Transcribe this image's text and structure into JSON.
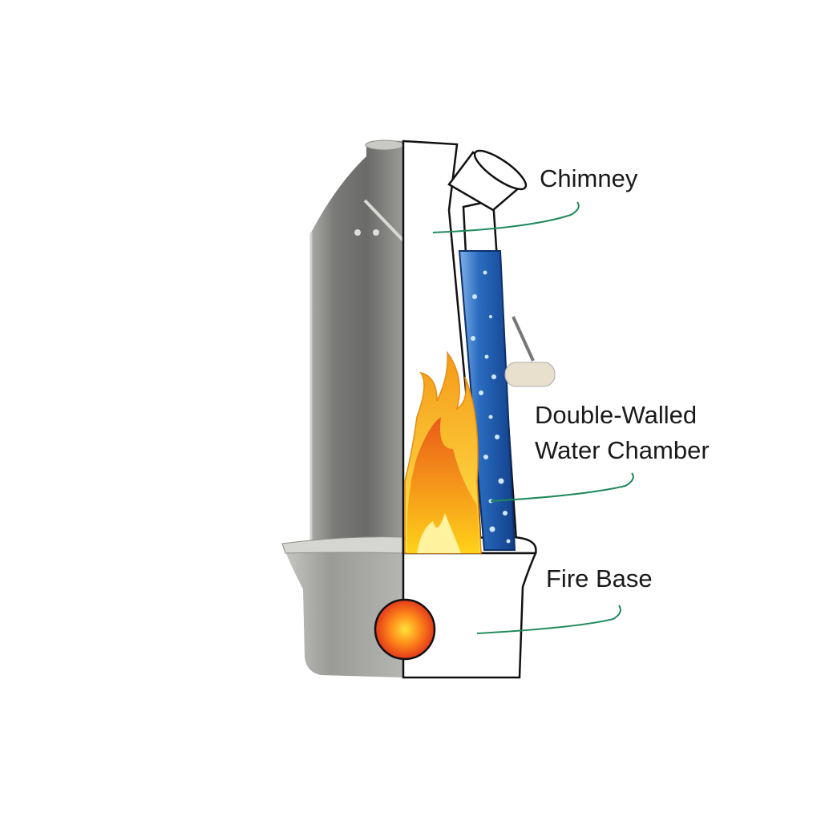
{
  "labels": {
    "chimney": "Chimney",
    "water_chamber_line1": "Double-Walled",
    "water_chamber_line2": "Water Chamber",
    "fire_base": "Fire Base"
  },
  "colors": {
    "leader_line": "#1f8a5c",
    "steel_dark": "#6d6d6b",
    "steel_light": "#b9b9b6",
    "water": "#1f5fb0",
    "flame_outer": "#ffcc1a",
    "flame_inner": "#f07a1a",
    "fire_ball": "#e8401a"
  }
}
